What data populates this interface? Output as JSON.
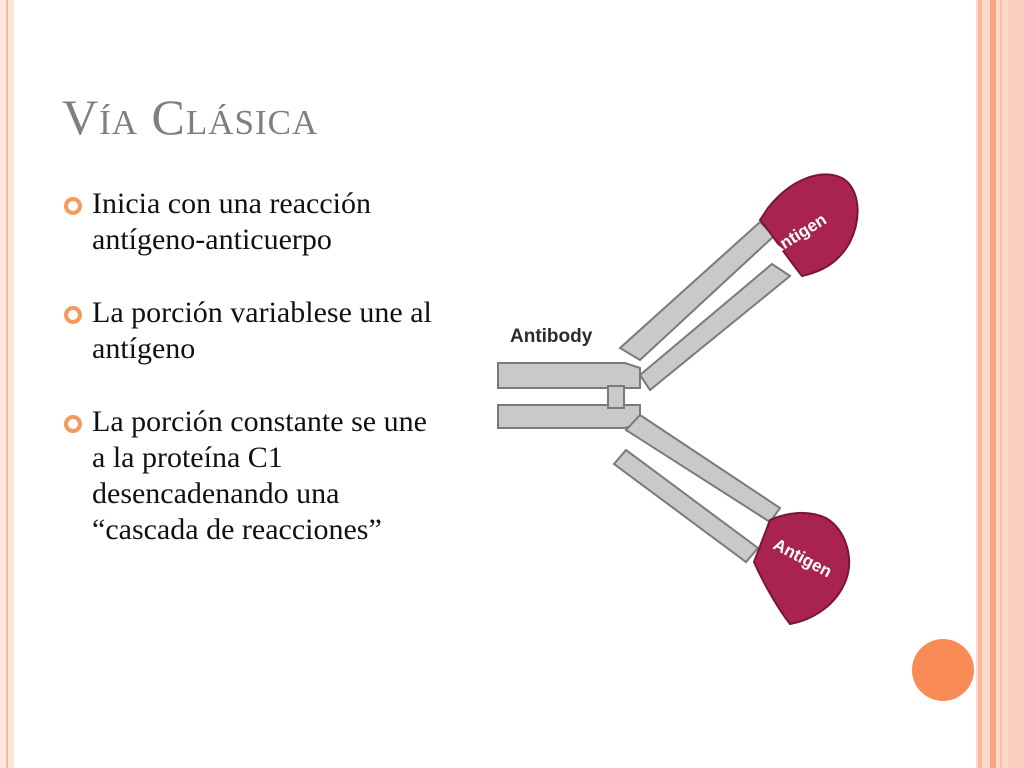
{
  "slide": {
    "title": "Vía Clásica",
    "bullets": [
      {
        "text": "Inicia con una reacción antígeno-anticuerpo"
      },
      {
        "text": "La porción variablese une al antígeno"
      },
      {
        "text": "La porción constante se une a la proteína C1 desencadenando una “cascada de reacciones”"
      }
    ]
  },
  "diagram": {
    "antibody_label": "Antibody",
    "antigen_top_label": "Antigen",
    "antigen_bottom_label": "Antigen"
  },
  "colors": {
    "title": "#7f7f7f",
    "bullet_accent": "#f59a5c",
    "antigen": "#a8244e",
    "antibody": "#c8c8c8",
    "decor_dot": "#f98b57"
  }
}
